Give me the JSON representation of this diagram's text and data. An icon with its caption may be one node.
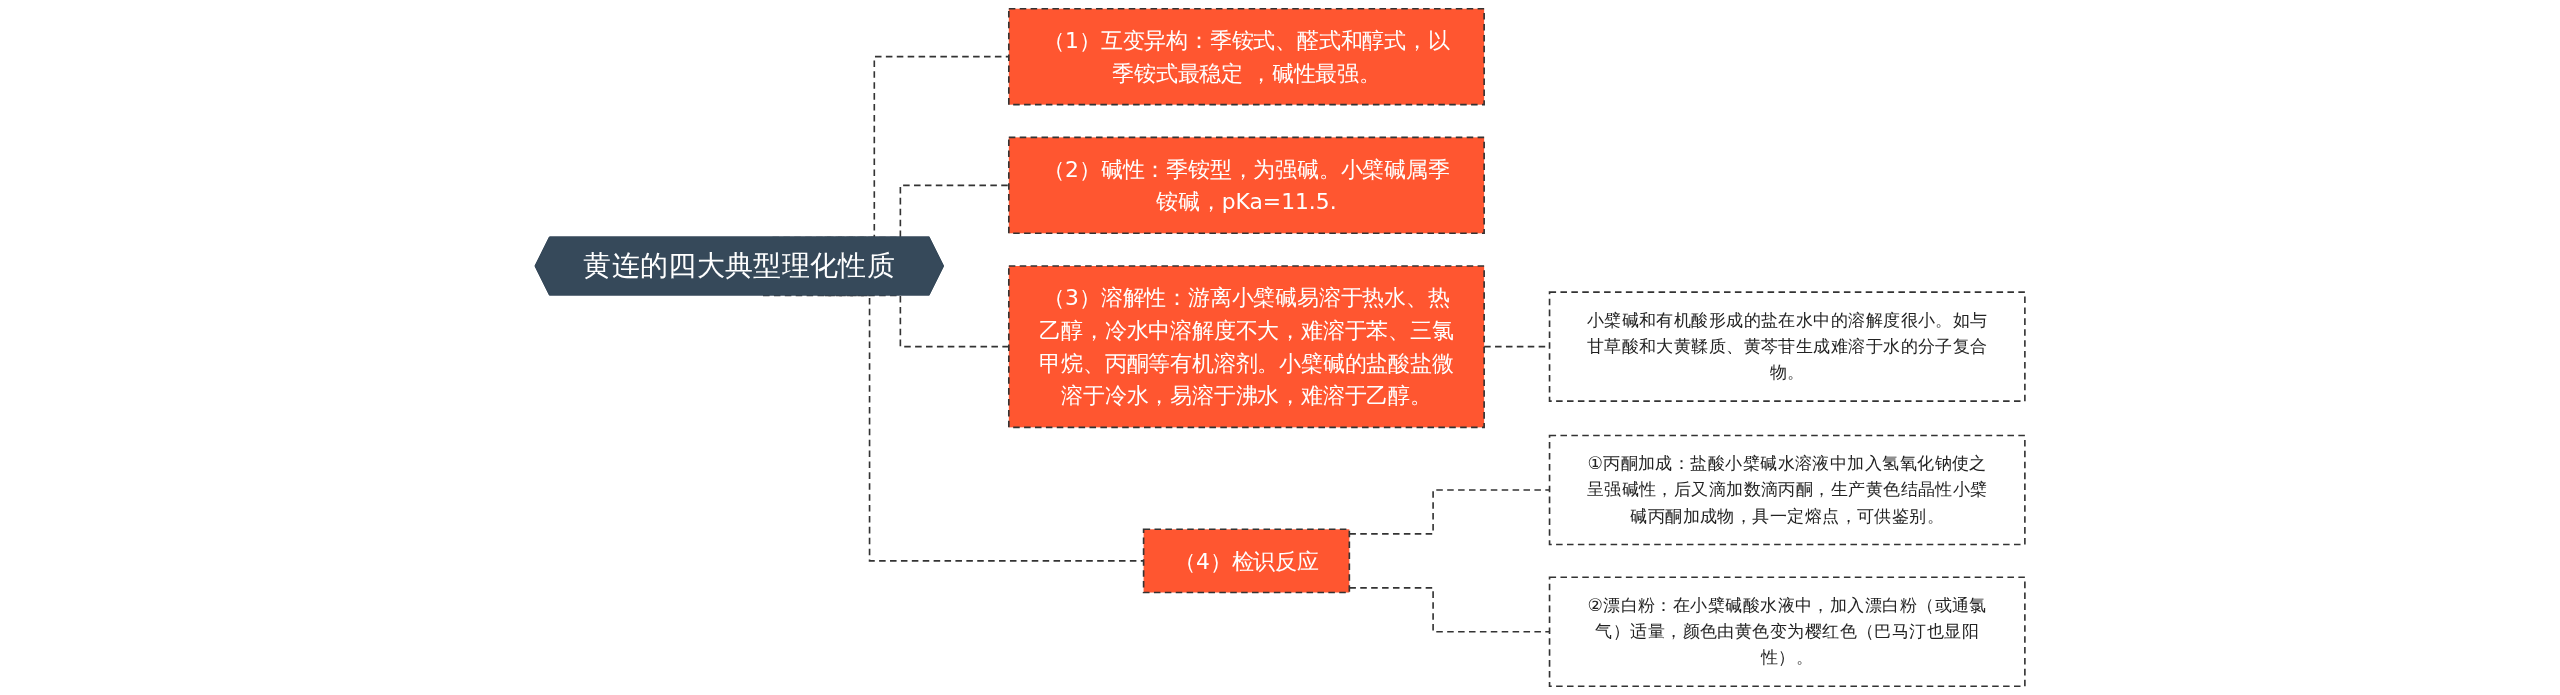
{
  "diagram": {
    "nodes": [
      {
        "text": [
          "黄连的四大典型理化性质"
        ]
      },
      {
        "text": [
          "（1）互变异构：季铵式、醛式和醇式，以季铵式最稳定 ，碱性最强。"
        ]
      },
      {
        "text": [
          "（2）碱性：季铵型，为强碱。小檗碱属季铵碱，pKa=11.5."
        ]
      },
      {
        "text": [
          "（3）溶解性：游离小檗碱易溶于热水、热乙醇，冷水中溶解度不大，难溶于苯、三氯甲烷、丙酮等有机溶剂。小檗碱的盐酸盐微溶于冷水，易溶于沸水，难溶于乙醇。"
        ]
      },
      {
        "text": [
          "（4）检识反应"
        ]
      },
      {
        "text": [
          "①丙酮加成：盐酸小檗碱水溶液中加入氢氧化钠使之呈强碱性，后又滴加数滴丙酮，生产黄色结晶性小檗碱丙酮加成物，具一定熔点，可供鉴别。"
        ]
      },
      {
        "text": [
          "②漂白粉：在小檗碱酸水液中，加入漂白粉（或通氯气）适量，颜色由黄色变为樱红色（巴马汀也显阳性）。"
        ]
      },
      {
        "text": [
          "小檗碱和有机酸形成的盐在水中的溶解度很小。如与甘草酸和大黄鞣质、黄芩苷生成难溶于水的分子复合物。"
        ]
      }
    ],
    "edges": [
      {
        "from": 0,
        "to": 1,
        "arrow": "none",
        "style": "dashed"
      },
      {
        "from": 0,
        "to": 2,
        "arrow": "none",
        "style": "dashed"
      },
      {
        "from": 0,
        "to": 3,
        "arrow": "none",
        "style": "dashed"
      },
      {
        "from": 0,
        "to": 4,
        "arrow": "none",
        "style": "dashed"
      },
      {
        "from": 4,
        "to": 5,
        "arrow": "none",
        "style": "dashed"
      },
      {
        "from": 4,
        "to": 6,
        "arrow": "none",
        "style": "dashed"
      },
      {
        "from": 3,
        "to": 7,
        "arrow": "none",
        "style": "dashed"
      }
    ]
  }
}
